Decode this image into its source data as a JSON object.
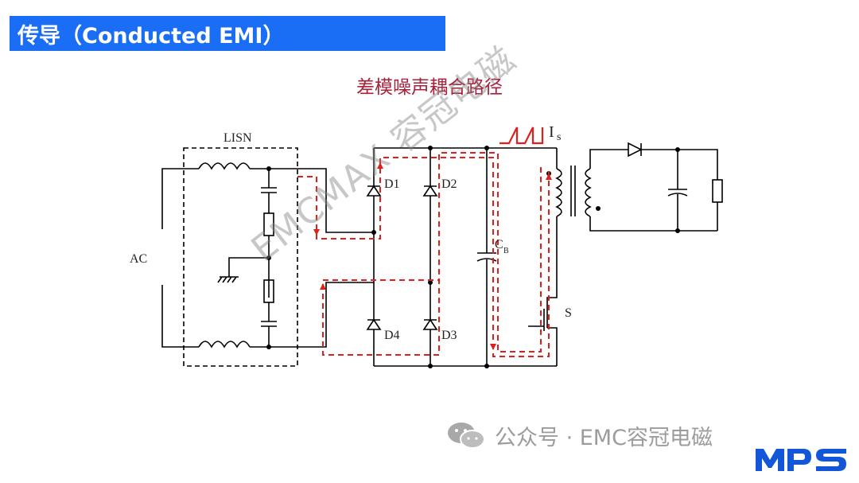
{
  "header": {
    "title": "传导（Conducted EMI）",
    "accent_color": "#1a6ef5"
  },
  "diagram": {
    "title": "差模噪声耦合路径",
    "labels": {
      "lisn": "LISN",
      "ac": "AC",
      "d1": "D1",
      "d2": "D2",
      "d3": "D3",
      "d4": "D4",
      "cb_main": "C",
      "cb_sub": "B",
      "is_main": "I",
      "is_sub": "s",
      "switch": "S"
    },
    "noise_path_color": "#e0201c"
  },
  "watermark": "EMCMAX 容冠电磁",
  "footer": {
    "text": "公众号 · EMC容冠电磁",
    "icon": "wechat-icon"
  },
  "logo": {
    "text": "MPS",
    "color": "#1456d8"
  }
}
